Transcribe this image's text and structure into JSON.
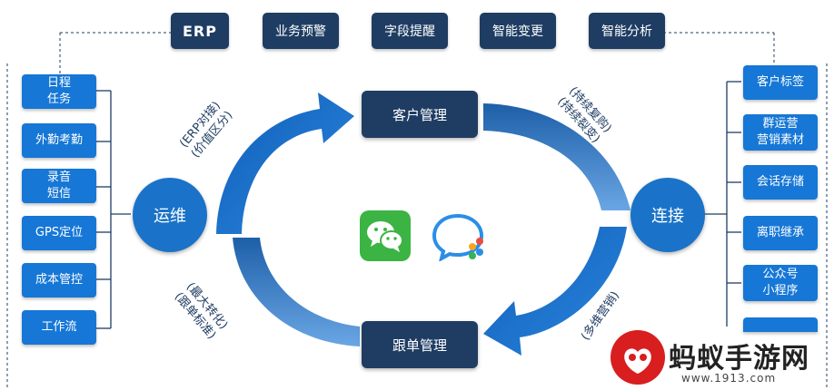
{
  "top_bar": [
    "ERP",
    "业务预警",
    "字段提醒",
    "智能变更",
    "智能分析"
  ],
  "left_items": [
    "日程\n任务",
    "外勤考勤",
    "录音\n短信",
    "GPS定位",
    "成本管控",
    "工作流"
  ],
  "right_items": [
    "客户标签",
    "群运营\n营销素材",
    "会话存储",
    "离职继承",
    "公众号\n小程序"
  ],
  "hubs": {
    "left": "运维",
    "right": "连接"
  },
  "center": {
    "top": "客户管理",
    "bottom": "跟单管理"
  },
  "curve_labels": {
    "top_left": "(ERP对接)\n(价值区分)",
    "top_right": "(持续复购)\n(持续裂变)",
    "bottom_left": "(最大转化)\n(跟单标准)",
    "bottom_right": "(多维营销)"
  },
  "watermark": {
    "text": "蚂蚁手游网",
    "url": "www.1913.com"
  },
  "colors": {
    "dark_navy": "#1f3d63",
    "blue": "#1677d6",
    "arrow_blue": "#1a6fc6"
  }
}
